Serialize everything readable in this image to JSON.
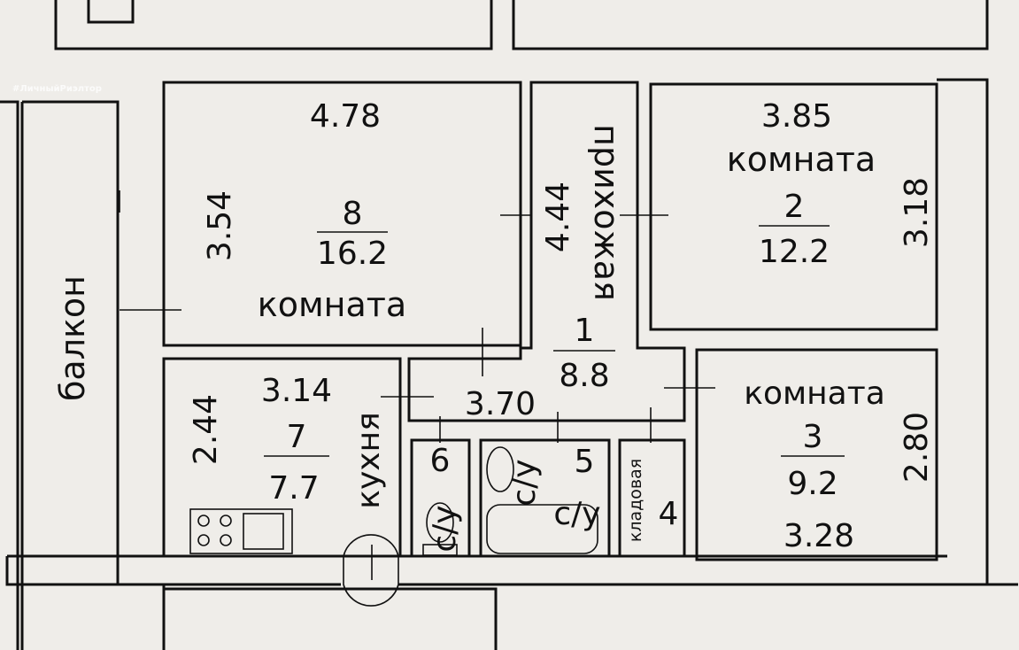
{
  "watermark": "#ЛичныйРиэлтор",
  "rooms": {
    "room8": {
      "number": "8",
      "area": "16.2",
      "label": "комната",
      "width": "4.78",
      "length": "3.54"
    },
    "hall": {
      "number": "1",
      "area": "8.8",
      "label": "прихожая",
      "length": "4.44",
      "width": "3.70"
    },
    "room2": {
      "number": "2",
      "area": "12.2",
      "label": "комната",
      "width": "3.85",
      "length": "3.18"
    },
    "room3": {
      "number": "3",
      "area": "9.2",
      "label": "комната",
      "width": "3.28",
      "length": "2.80"
    },
    "kitchen": {
      "number": "7",
      "area": "7.7",
      "label": "кухня",
      "width": "3.14",
      "length": "2.44"
    },
    "toilet": {
      "number": "6",
      "label": "с/у"
    },
    "bathroom": {
      "number": "5",
      "label": "с/у",
      "label2": "с/у"
    },
    "storage": {
      "number": "4",
      "label": "кладовая"
    },
    "balcony": {
      "label": "балкон"
    }
  },
  "colors": {
    "background": "#efede9",
    "walls": "#111111"
  }
}
